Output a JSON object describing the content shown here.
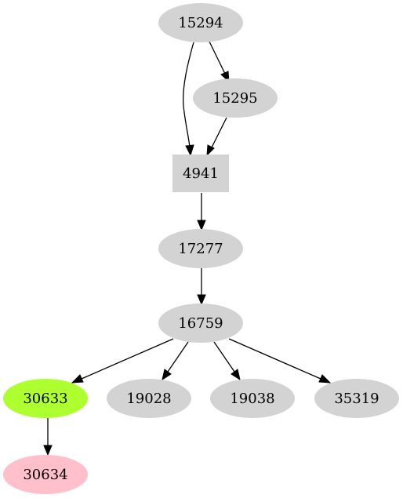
{
  "nodes": [
    {
      "id": "n15294",
      "label": "15294",
      "shape": "ellipse",
      "fill": "#d3d3d3"
    },
    {
      "id": "n15295",
      "label": "15295",
      "shape": "ellipse",
      "fill": "#d3d3d3"
    },
    {
      "id": "n4941",
      "label": "4941",
      "shape": "box",
      "fill": "#d3d3d3"
    },
    {
      "id": "n17277",
      "label": "17277",
      "shape": "ellipse",
      "fill": "#d3d3d3"
    },
    {
      "id": "n16759",
      "label": "16759",
      "shape": "ellipse",
      "fill": "#d3d3d3"
    },
    {
      "id": "n30633",
      "label": "30633",
      "shape": "ellipse",
      "fill": "#adff2f"
    },
    {
      "id": "n19028",
      "label": "19028",
      "shape": "ellipse",
      "fill": "#d3d3d3"
    },
    {
      "id": "n19038",
      "label": "19038",
      "shape": "ellipse",
      "fill": "#d3d3d3"
    },
    {
      "id": "n35319",
      "label": "35319",
      "shape": "ellipse",
      "fill": "#d3d3d3"
    },
    {
      "id": "n30634",
      "label": "30634",
      "shape": "ellipse",
      "fill": "#ffc0cb"
    }
  ],
  "edges": [
    {
      "from": "15294",
      "to": "15295"
    },
    {
      "from": "15294",
      "to": "4941"
    },
    {
      "from": "15295",
      "to": "4941"
    },
    {
      "from": "4941",
      "to": "17277"
    },
    {
      "from": "17277",
      "to": "16759"
    },
    {
      "from": "16759",
      "to": "30633"
    },
    {
      "from": "16759",
      "to": "19028"
    },
    {
      "from": "16759",
      "to": "19038"
    },
    {
      "from": "16759",
      "to": "35319"
    },
    {
      "from": "30633",
      "to": "30634"
    }
  ]
}
